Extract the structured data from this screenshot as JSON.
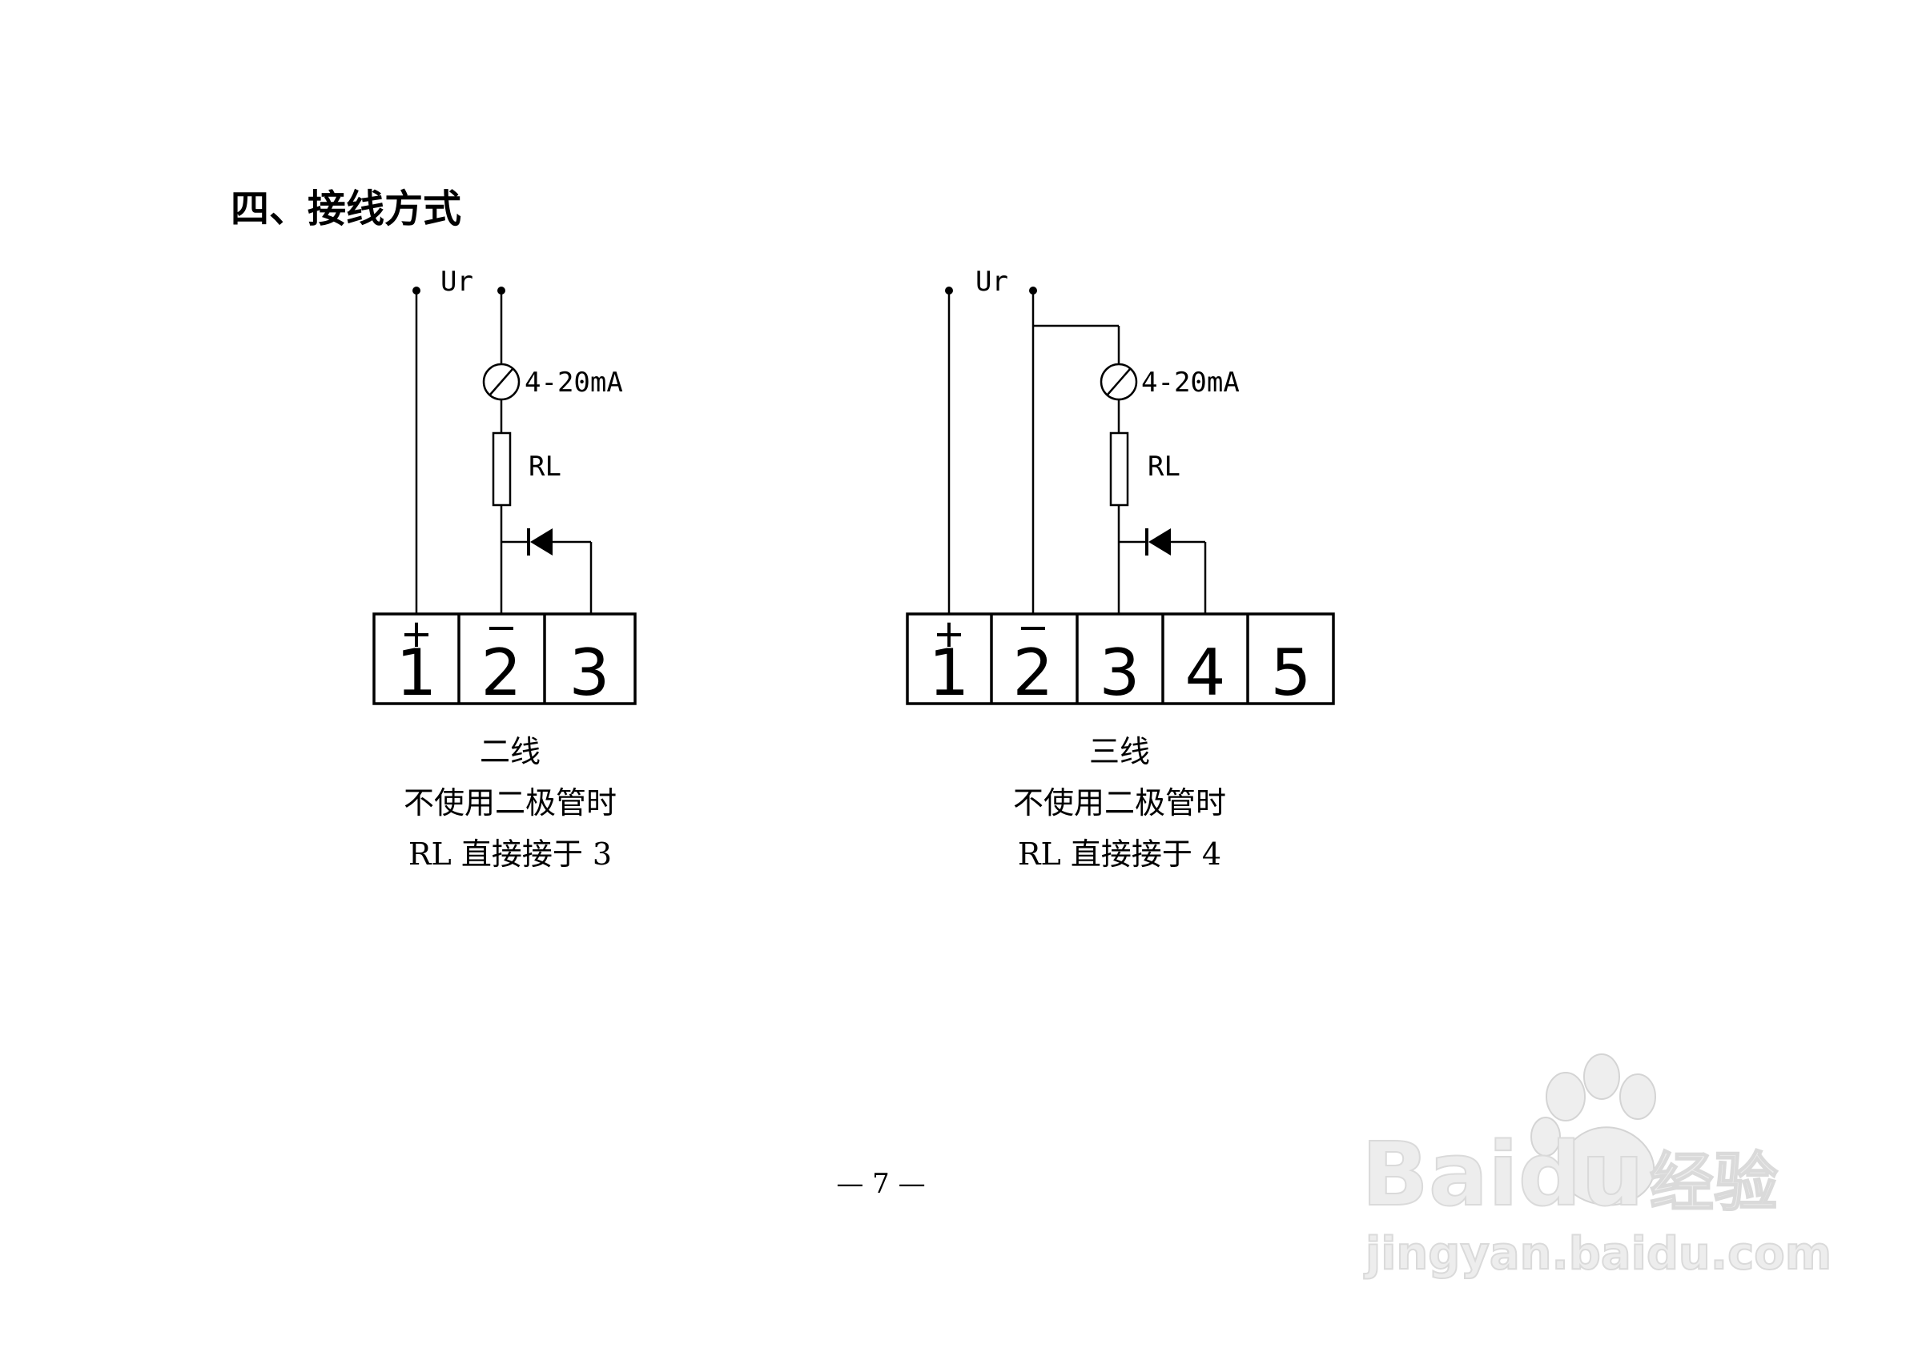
{
  "page": {
    "section_title": "四、接线方式",
    "page_number": "— 7 —"
  },
  "diagram_two_wire": {
    "supply_label": "Ur",
    "meter_label": "4-20mA",
    "resistor_label": "RL",
    "terminals": [
      "1",
      "2",
      "3"
    ],
    "terminal_signs": [
      "+",
      "−",
      ""
    ],
    "caption_line1": "二线",
    "caption_line2": "不使用二极管时",
    "caption_line3": "RL 直接接于 3"
  },
  "diagram_three_wire": {
    "supply_label": "Ur",
    "meter_label": "4-20mA",
    "resistor_label": "RL",
    "terminals": [
      "1",
      "2",
      "3",
      "4",
      "5"
    ],
    "terminal_signs": [
      "+",
      "−",
      "",
      "",
      ""
    ],
    "caption_line1": "三线",
    "caption_line2": "不使用二极管时",
    "caption_line3": "RL 直接接于 4"
  },
  "watermark": {
    "brand": "Baidu",
    "brand_suffix": "经验",
    "url": "jingyan.baidu.com",
    "icon": "paw-icon"
  },
  "colors": {
    "ink": "#000000",
    "watermark": "#d6d6d6"
  }
}
